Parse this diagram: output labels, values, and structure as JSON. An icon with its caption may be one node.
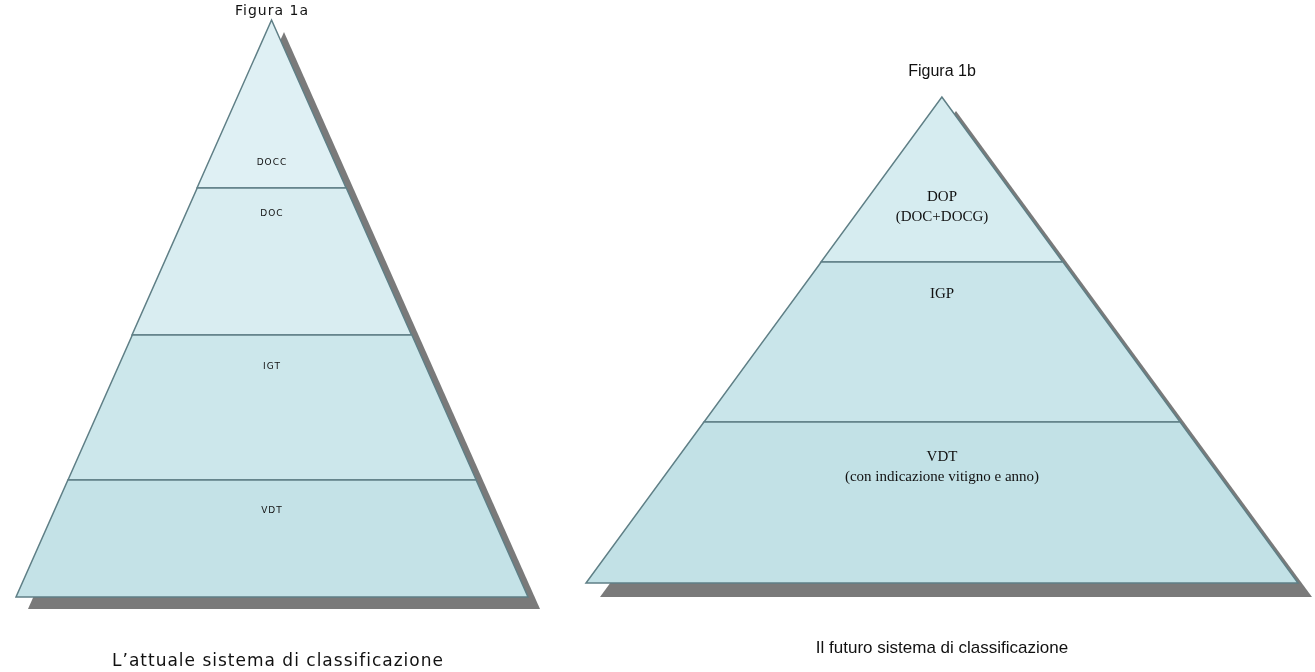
{
  "diagram": {
    "nodes": [
      {
        "text": [
          "DOCC"
        ]
      },
      {
        "text": [
          "DOC"
        ]
      },
      {
        "text": [
          "IGT"
        ]
      },
      {
        "text": [
          "VDT"
        ]
      },
      {
        "text": [
          "DOP",
          "(DOC+DOCG)"
        ]
      },
      {
        "text": [
          "IGP"
        ]
      },
      {
        "text": [
          "VDT",
          "(con indicazione vitigno e anno)"
        ]
      }
    ],
    "labels": [
      "Figura 1a",
      "L’attuale sistema di classificazione",
      "Figura 1b",
      "Il futuro sistema di classificazione"
    ]
  }
}
